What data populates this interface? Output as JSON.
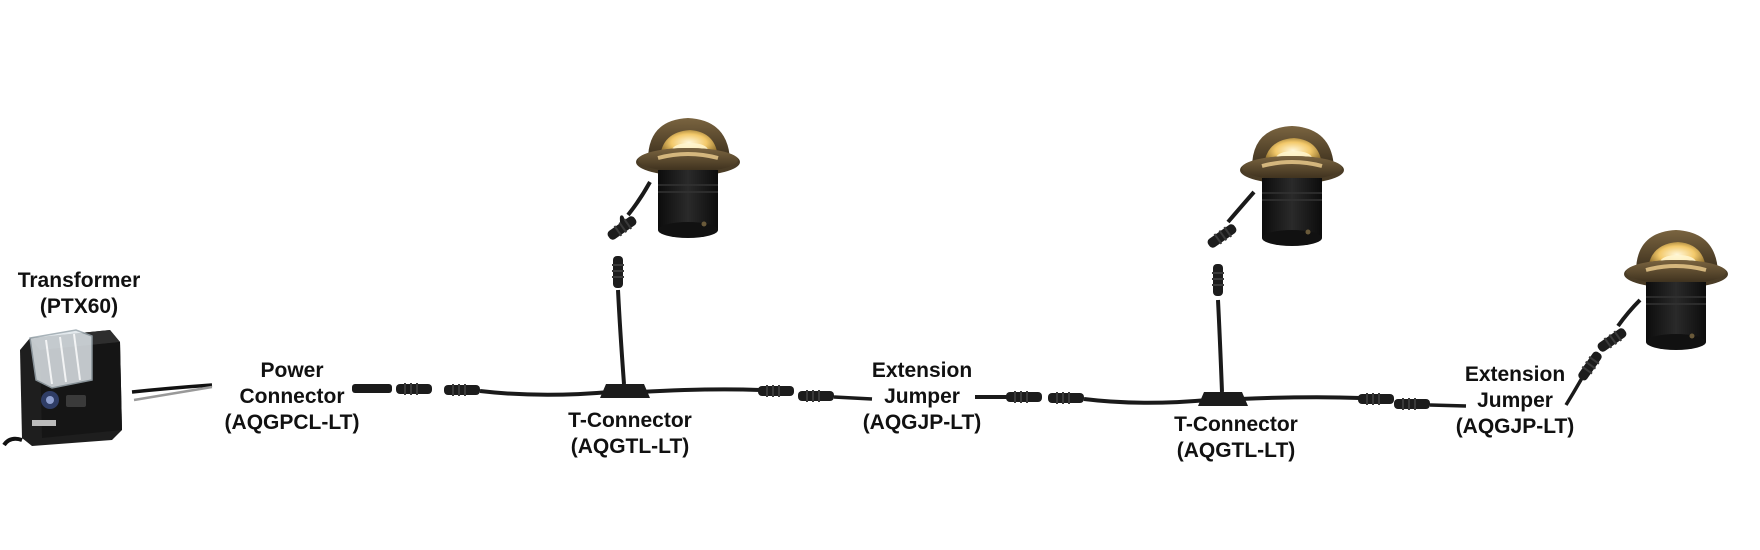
{
  "diagram": {
    "labels": {
      "transformer": {
        "line1": "Transformer",
        "line2": "(PTX60)"
      },
      "power_connector": {
        "line1": "Power",
        "line2": "Connector",
        "line3": "(AQGPCL-LT)"
      },
      "t_connector_1": {
        "line1": "T-Connector",
        "line2": "(AQGTL-LT)"
      },
      "extension_jumper_1": {
        "line1": "Extension",
        "line2": "Jumper",
        "line3": "(AQGJP-LT)"
      },
      "t_connector_2": {
        "line1": "T-Connector",
        "line2": "(AQGTL-LT)"
      },
      "extension_jumper_2": {
        "line1": "Extension",
        "line2": "Jumper",
        "line3": "(AQGJP-LT)"
      }
    },
    "colors": {
      "cable": "#1a1a1a",
      "fixture_body": "#161616",
      "fixture_bronze": "#5a4a30",
      "lamp_glow": "#f3c96a",
      "lens": "#fff3c8"
    },
    "icons": [
      "transformer-icon",
      "well-light-icon",
      "t-connector-icon",
      "connector-plug-icon"
    ]
  }
}
